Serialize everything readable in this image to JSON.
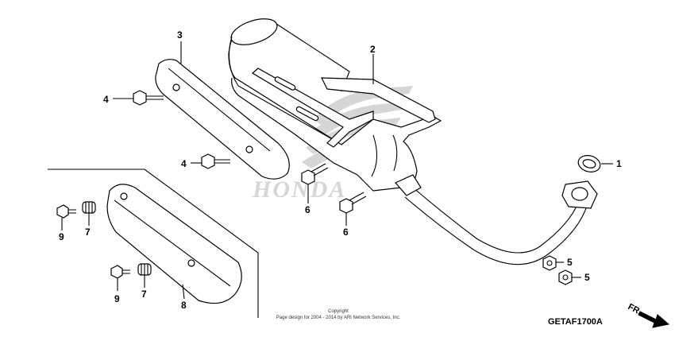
{
  "diagram": {
    "callouts": [
      {
        "id": "c1",
        "label": "1"
      },
      {
        "id": "c2",
        "label": "2"
      },
      {
        "id": "c3",
        "label": "3"
      },
      {
        "id": "c4a",
        "label": "4"
      },
      {
        "id": "c4b",
        "label": "4"
      },
      {
        "id": "c5a",
        "label": "5"
      },
      {
        "id": "c5b",
        "label": "5"
      },
      {
        "id": "c6a",
        "label": "6"
      },
      {
        "id": "c6b",
        "label": "6"
      },
      {
        "id": "c7a",
        "label": "7"
      },
      {
        "id": "c7b",
        "label": "7"
      },
      {
        "id": "c8",
        "label": "8"
      },
      {
        "id": "c9a",
        "label": "9"
      },
      {
        "id": "c9b",
        "label": "9"
      }
    ],
    "copyright_title": "Copyright",
    "copyright_line": "Page design for 2004 - 2014 by ARI Network Services, Inc.",
    "diagram_code": "GETAF1700A",
    "direction_label": "FR."
  },
  "watermark": {
    "text": "HONDA"
  },
  "colors": {
    "line": "#000000",
    "watermark": "#d6d6d6",
    "background": "#ffffff"
  }
}
